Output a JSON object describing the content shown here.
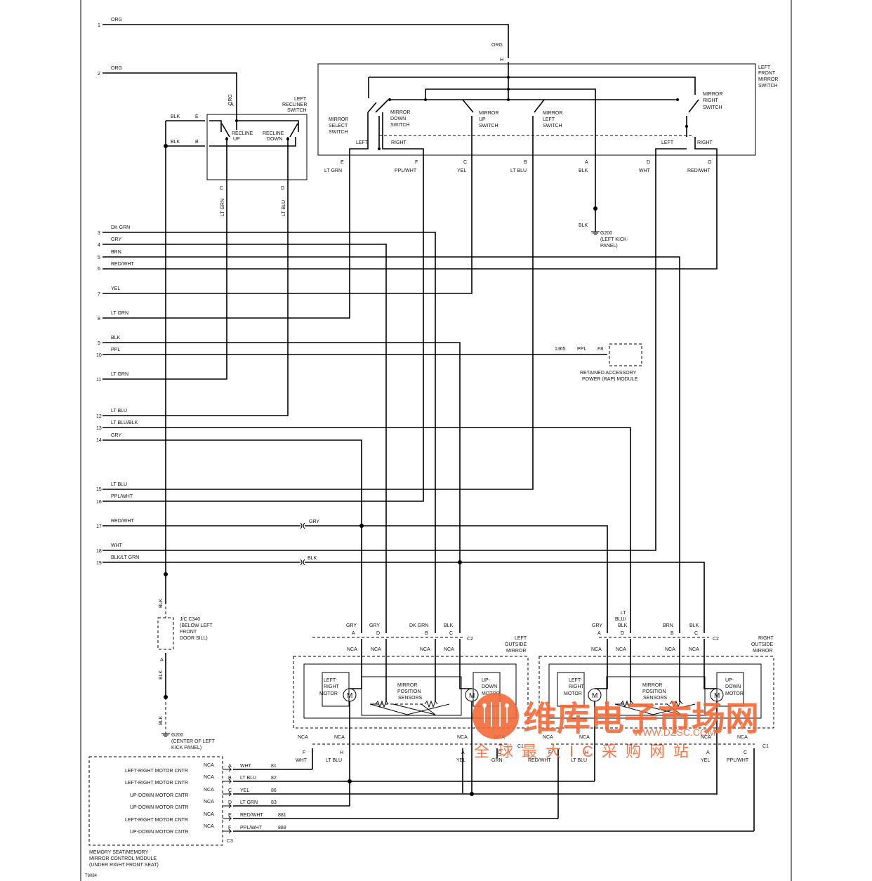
{
  "pins": [
    "1",
    "2",
    "3",
    "4",
    "5",
    "6",
    "7",
    "8",
    "9",
    "10",
    "11",
    "12",
    "13",
    "14",
    "15",
    "16",
    "17",
    "18",
    "19"
  ],
  "harness_colors": [
    "ORG",
    "ORG",
    "DK GRN",
    "GRY",
    "BRN",
    "RED/WHT",
    "YEL",
    "LT GRN",
    "BLK",
    "PPL",
    "LT GRN",
    "LT BLU",
    "LT BLU/BLK",
    "GRY",
    "LT BLU",
    "PPL/WHT",
    "RED/WHT",
    "WHT",
    "BLK/LT GRN"
  ],
  "left_recliner": {
    "title": [
      "LEFT",
      "RECLINER",
      "SWITCH"
    ],
    "recline_up": [
      "RECLINE",
      "UP"
    ],
    "recline_down": [
      "RECLINE",
      "DOWN"
    ],
    "wire_org": "ORG",
    "term_a": "A",
    "wire_e": "BLK",
    "term_e": "E",
    "wire_b": "BLK",
    "term_b": "B",
    "term_c": "C",
    "wire_c": "LT GRN",
    "term_d": "D",
    "wire_d": "LT BLU"
  },
  "mirror_switch": {
    "title": [
      "LEFT",
      "FRONT",
      "MIRROR",
      "SWITCH"
    ],
    "top_wire": "ORG",
    "top_term": "H",
    "select": [
      "MIRROR",
      "SELECT",
      "SWITCH"
    ],
    "down": [
      "MIRROR",
      "DOWN",
      "SWITCH"
    ],
    "up": [
      "MIRROR",
      "UP",
      "SWITCH"
    ],
    "left": [
      "MIRROR",
      "LEFT",
      "SWITCH"
    ],
    "right": [
      "MIRROR",
      "RIGHT",
      "SWITCH"
    ],
    "left_label_1": "LEFT",
    "right_label_1": "RIGHT",
    "left_label_2": "LEFT",
    "right_label_2": "RIGHT",
    "terms": [
      "E",
      "F",
      "C",
      "B",
      "A",
      "D",
      "G"
    ],
    "term_colors": [
      "LT GRN",
      "PPL/WHT",
      "YEL",
      "LT BLU",
      "BLK",
      "WHT",
      "RED/WHT"
    ]
  },
  "ground_g200_top": {
    "wire": "BLK",
    "label": [
      "G200",
      "(LEFT KICK-",
      "PANEL)"
    ]
  },
  "rap": {
    "circuit": "1365",
    "color": "PPL",
    "term": "F8",
    "label": [
      "RETAINED ACCESSORY",
      "POWER (RAP) MODULE"
    ]
  },
  "splice_labels": {
    "gry": "GRY",
    "blk": "BLK"
  },
  "jc": {
    "wire_top": "BLK",
    "label": [
      "J/C C340",
      "(BELOW LEFT",
      "FRONT",
      "DOOR SILL)"
    ],
    "term": "A",
    "wire_mid": "BLK",
    "wire_bot": "BLK",
    "ground": [
      "G200",
      "(CENTER OF LEFT",
      "KICK PANEL)"
    ]
  },
  "left_mirror": {
    "title": [
      "LEFT",
      "OUTSIDE",
      "MIRROR"
    ],
    "c2_colors": [
      "GRY",
      "GRY",
      "DK GRN",
      "BLK"
    ],
    "c2_terms": [
      "A",
      "D",
      "B",
      "C"
    ],
    "c2": "C2",
    "nca": "NCA",
    "lr_motor": [
      "LEFT-",
      "RIGHT",
      "MOTOR"
    ],
    "ud_motor": [
      "UP-",
      "DOWN",
      "MOTOR"
    ],
    "sensors": [
      "MIRROR",
      "POSITION",
      "SENSORS"
    ],
    "motor_symbol": "M",
    "c1_terms": [
      "F",
      "H",
      "A",
      "C"
    ],
    "c1_colors": [
      "WHT",
      "LT BLU",
      "YEL",
      "GRN"
    ],
    "c1": "C1"
  },
  "right_mirror": {
    "title": [
      "RIGHT",
      "OUTSIDE",
      "MIRROR"
    ],
    "c2_colors": [
      "GRY",
      "LT",
      "BLU/",
      "BLK",
      "BRN",
      "BLK"
    ],
    "c2_terms": [
      "A",
      "D",
      "B",
      "C"
    ],
    "c2": "C2",
    "lr_motor": [
      "LEFT-",
      "RIGHT",
      "MOTOR"
    ],
    "ud_motor": [
      "UP-",
      "DOWN",
      "MOTOR"
    ],
    "sensors": [
      "MIRROR",
      "POSITION",
      "SENSORS"
    ],
    "c1_terms": [
      "F",
      "H",
      "A",
      "C"
    ],
    "c1_colors": [
      "RED/WHT",
      "LT BLU",
      "YEL",
      "PPL/WHT"
    ],
    "c1": "C1"
  },
  "memory_module": {
    "rows": [
      {
        "name": "LEFT-RIGHT MOTOR CNTR",
        "nca": "NCA",
        "term": "A",
        "color": "WHT",
        "circuit": "81"
      },
      {
        "name": "LEFT-RIGHT MOTOR CNTR",
        "nca": "NCA",
        "term": "B",
        "color": "LT BLU",
        "circuit": "82"
      },
      {
        "name": "UP-DOWN MOTOR CNTR",
        "nca": "NCA",
        "term": "C",
        "color": "YEL",
        "circuit": "86"
      },
      {
        "name": "UP-DOWN MOTOR CNTR",
        "nca": "NCA",
        "term": "D",
        "color": "LT GRN",
        "circuit": "83"
      },
      {
        "name": "LEFT-RIGHT MOTOR CNTR",
        "nca": "NCA",
        "term": "E",
        "color": "RED/WHT",
        "circuit": "881"
      },
      {
        "name": "UP-DOWN MOTOR CNTR",
        "nca": "NCA",
        "term": "F",
        "color": "PPL/WHT",
        "circuit": "889"
      }
    ],
    "connector": "C3",
    "title": [
      "MEMORY SEAT/MEMORY",
      "MIRROR CONTROL MODULE",
      "(UNDER RIGHT FRONT SEAT)"
    ]
  },
  "figure_id": "T8084",
  "watermark": {
    "brand": "维库电子市场网",
    "url": "WWW.DZSC.COM",
    "slogan": "全球最大IC采购网站"
  },
  "colors": {
    "line": "#000000",
    "watermark": "#f26b3a"
  }
}
